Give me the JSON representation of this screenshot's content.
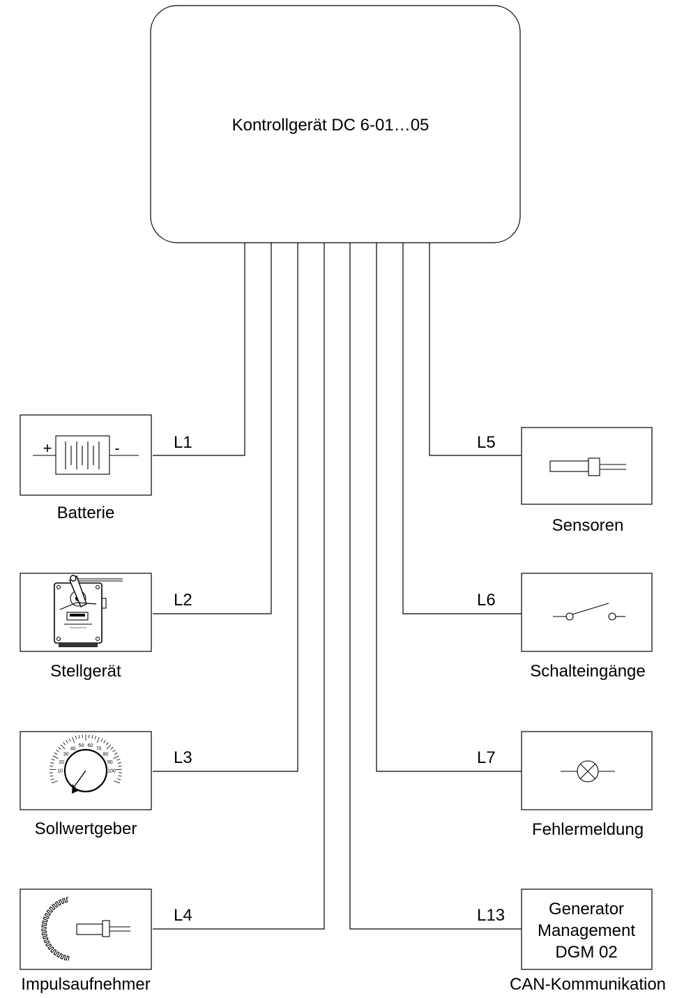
{
  "controller": {
    "label": "Kontrollgerät DC 6-01…05"
  },
  "left_devices": [
    {
      "key": "battery",
      "caption": "Batterie",
      "line": "L1",
      "plus": "+",
      "minus": "-"
    },
    {
      "key": "actuator",
      "caption": "Stellgerät",
      "line": "L2"
    },
    {
      "key": "setpoint",
      "caption": "Sollwertgeber",
      "line": "L3",
      "dial_numbers": [
        "10",
        "20",
        "30",
        "40",
        "50",
        "60",
        "70",
        "80",
        "90",
        "100"
      ]
    },
    {
      "key": "pickup",
      "caption": "Impulsaufnehmer",
      "line": "L4"
    }
  ],
  "right_devices": [
    {
      "key": "sensors",
      "caption": "Sensoren",
      "line": "L5"
    },
    {
      "key": "switch_inputs",
      "caption": "Schalteingänge",
      "line": "L6"
    },
    {
      "key": "error_signal",
      "caption": "Fehlermeldung",
      "line": "L7"
    },
    {
      "key": "generator",
      "caption": "CAN-Kommunikation",
      "line": "L13",
      "box_lines": [
        "Generator",
        "Management",
        "DGM 02"
      ]
    }
  ]
}
